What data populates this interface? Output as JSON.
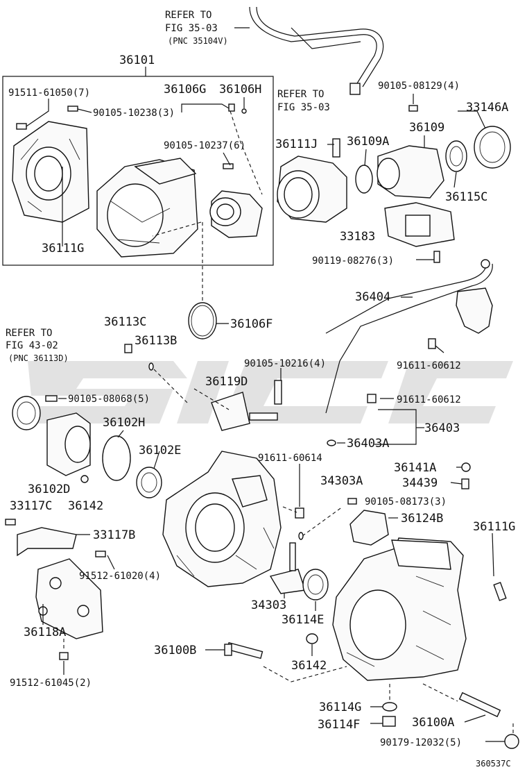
{
  "diagram": {
    "figure_code": "360537C",
    "refer_notes": [
      {
        "id": "ref-35-03-top",
        "lines": [
          "REFER TO",
          "FIG 35-03",
          "(PNC 35104V)"
        ]
      },
      {
        "id": "ref-35-03-mid",
        "lines": [
          "REFER TO",
          "FIG 35-03"
        ]
      },
      {
        "id": "ref-43-02",
        "lines": [
          "REFER TO",
          "FIG 43-02",
          "(PNC 36113D)"
        ]
      }
    ],
    "labels": {
      "l36101": "36101",
      "l91511": "91511-61050(7)",
      "l36106G": "36106G",
      "l36106H": "36106H",
      "l90105_10238": "90105-10238(3)",
      "l90105_10237": "90105-10237(6)",
      "l36111G_a": "36111G",
      "l36106F": "36106F",
      "l90105_08129": "90105-08129(4)",
      "l33146A": "33146A",
      "l36109": "36109",
      "l36111J": "36111J",
      "l36109A": "36109A",
      "l36115C": "36115C",
      "l33183": "33183",
      "l90119": "90119-08276(3)",
      "l36404": "36404",
      "l91611_a": "91611-60612",
      "l91611_b": "91611-60612",
      "l36403": "36403",
      "l36403A": "36403A",
      "l36113C": "36113C",
      "l36113B": "36113B",
      "l90105_10216": "90105-10216(4)",
      "l36119D": "36119D",
      "l90105_08068": "90105-08068(5)",
      "l36102H": "36102H",
      "l36102E": "36102E",
      "l91611_60614": "91611-60614",
      "l36102D": "36102D",
      "l33117C": "33117C",
      "l36142_a": "36142",
      "l34303A": "34303A",
      "l36141A": "36141A",
      "l34439": "34439",
      "l90105_08173": "90105-08173(3)",
      "l36124B": "36124B",
      "l33117B": "33117B",
      "l36111G_b": "36111G",
      "l91512_61020": "91512-61020(4)",
      "l34303": "34303",
      "l36114E": "36114E",
      "l36118A": "36118A",
      "l36100B": "36100B",
      "l36142_b": "36142",
      "l91512_61045": "91512-61045(2)",
      "l36114G": "36114G",
      "l36100A": "36100A",
      "l36114F": "36114F",
      "l90179": "90179-12032(5)"
    }
  }
}
